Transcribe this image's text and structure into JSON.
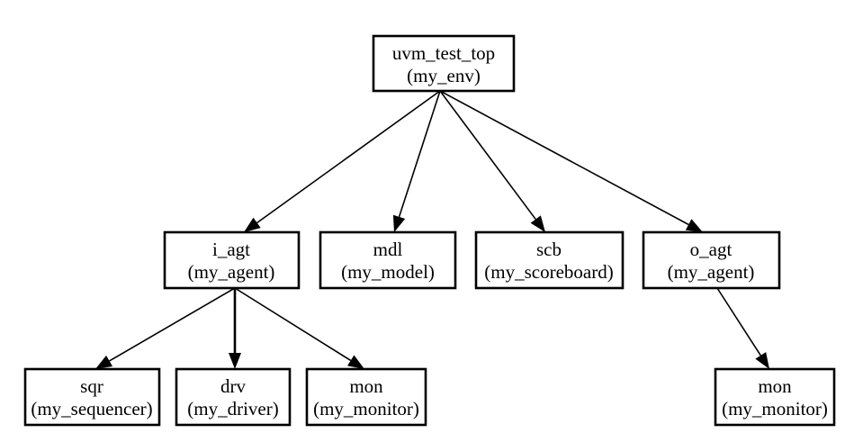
{
  "nodes": {
    "root": {
      "name": "uvm_test_top",
      "type": "(my_env)"
    },
    "i_agt": {
      "name": "i_agt",
      "type": "(my_agent)"
    },
    "mdl": {
      "name": "mdl",
      "type": "(my_model)"
    },
    "scb": {
      "name": "scb",
      "type": "(my_scoreboard)"
    },
    "o_agt": {
      "name": "o_agt",
      "type": "(my_agent)"
    },
    "sqr": {
      "name": "sqr",
      "type": "(my_sequencer)"
    },
    "drv": {
      "name": "drv",
      "type": "(my_driver)"
    },
    "mon_i": {
      "name": "mon",
      "type": "(my_monitor)"
    },
    "mon_o": {
      "name": "mon",
      "type": "(my_monitor)"
    }
  },
  "edges": [
    {
      "from": "root",
      "to": "i_agt"
    },
    {
      "from": "root",
      "to": "mdl"
    },
    {
      "from": "root",
      "to": "scb"
    },
    {
      "from": "root",
      "to": "o_agt"
    },
    {
      "from": "i_agt",
      "to": "sqr"
    },
    {
      "from": "i_agt",
      "to": "drv"
    },
    {
      "from": "i_agt",
      "to": "mon_i"
    },
    {
      "from": "o_agt",
      "to": "mon_o"
    }
  ]
}
